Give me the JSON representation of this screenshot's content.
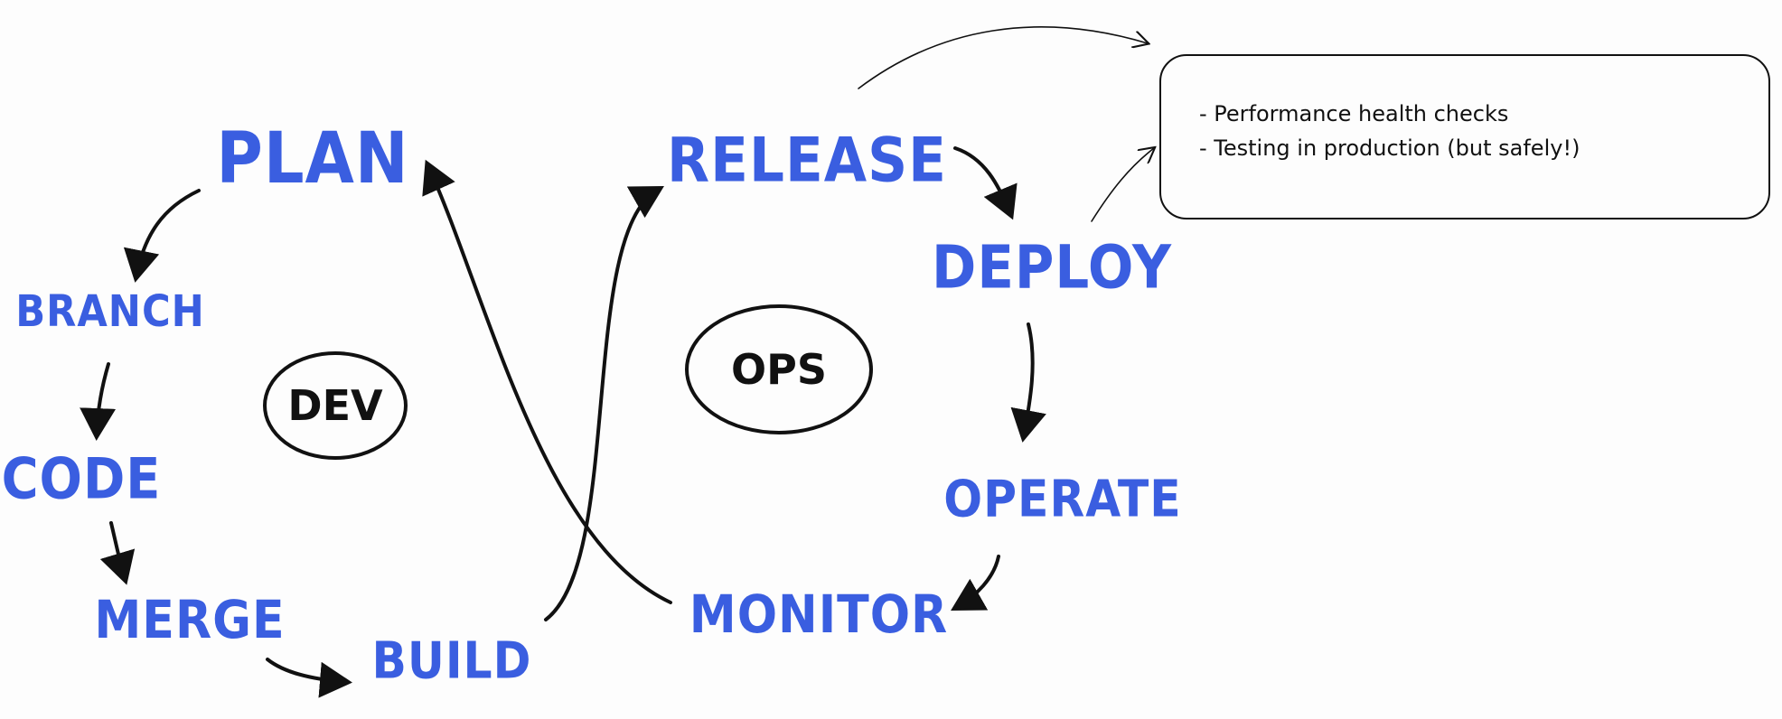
{
  "colors": {
    "stage": "#3a5ee0",
    "ink": "#111111"
  },
  "dev_stages": [
    "PLAN",
    "BRANCH",
    "CODE",
    "MERGE",
    "BUILD"
  ],
  "ops_stages": [
    "RELEASE",
    "DEPLOY",
    "OPERATE",
    "MONITOR"
  ],
  "dev_label": "DEV",
  "ops_label": "OPS",
  "note": {
    "lines": [
      "- Performance health checks",
      "- Testing in production (but safely!)"
    ]
  }
}
